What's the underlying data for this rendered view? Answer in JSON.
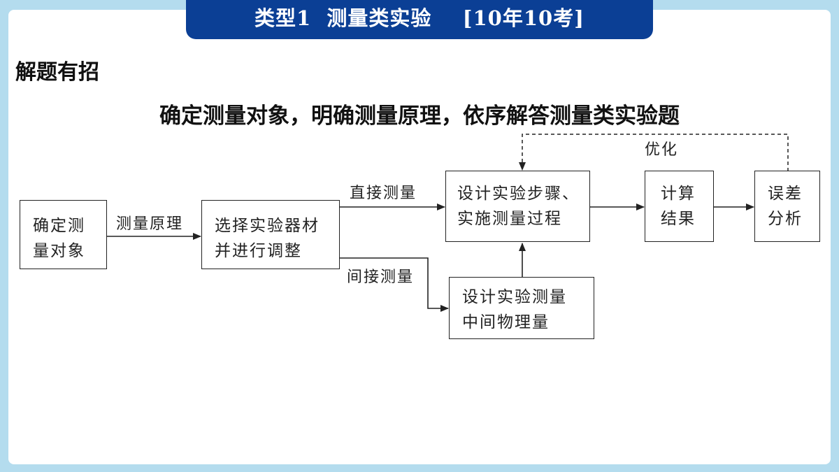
{
  "banner": {
    "title": "类型1  测量类实验    [10年10考]"
  },
  "section_title": "解题有招",
  "headline": "确定测量对象，明确测量原理，依序解答测量类实验题",
  "flow": {
    "box_object": [
      "确定测",
      "量对象"
    ],
    "box_equipment": [
      "选择实验器材",
      "并进行调整"
    ],
    "box_steps": [
      "设计实验步骤、",
      "实施测量过程"
    ],
    "box_intermediate": [
      "设计实验测量",
      "中间物理量"
    ],
    "box_compute": [
      "计算",
      "结果"
    ],
    "box_error": [
      "误差",
      "分析"
    ],
    "label_principle": "测量原理",
    "label_direct": "直接测量",
    "label_indirect": "间接测量",
    "label_optimize": "优化"
  },
  "colors": {
    "banner": "#0b3f95",
    "background": "#b4dcee"
  }
}
